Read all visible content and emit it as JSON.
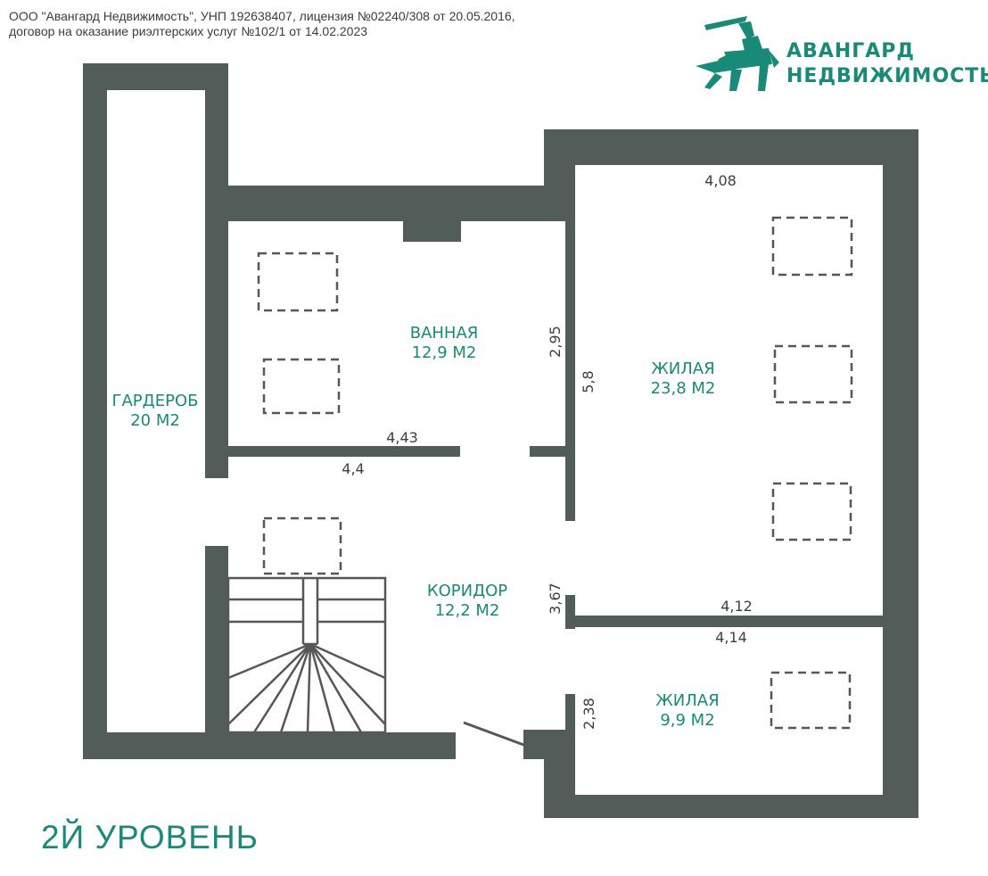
{
  "header": {
    "line1": "ООО \"Авангард Недвижимость\", УНП 192638407, лицензия №02240/308 от 20.05.2016,",
    "line2": "договор на оказание риэлтерских услуг №102/1 от 14.02.2023"
  },
  "logo": {
    "line1": "АВАНГАРД",
    "line2": "НЕДВИЖИМОСТЬ",
    "icon": "knight-on-horse-icon"
  },
  "rooms": {
    "wardrobe": {
      "name": "ГАРДЕРОБ",
      "area": "20 М2"
    },
    "bathroom": {
      "name": "ВАННАЯ",
      "area": "12,9 М2"
    },
    "living_large": {
      "name": "ЖИЛАЯ",
      "area": "23,8 М2"
    },
    "corridor": {
      "name": "КОРИДОР",
      "area": "12,2 М2"
    },
    "living_small": {
      "name": "ЖИЛАЯ",
      "area": "9,9 М2"
    }
  },
  "dimensions": {
    "large_top": "4,08",
    "bath_height": "2,95",
    "large_height": "5,8",
    "bath_bottom": "4,43",
    "corridor_top": "4,4",
    "corridor_side": "3,67",
    "large_bottom": "4,12",
    "small_top": "4,14",
    "small_height": "2,38"
  },
  "level": "2Й УРОВЕНЬ",
  "colors": {
    "wall": "#525d59",
    "accent": "#1a8a78",
    "marks": "#575757"
  }
}
